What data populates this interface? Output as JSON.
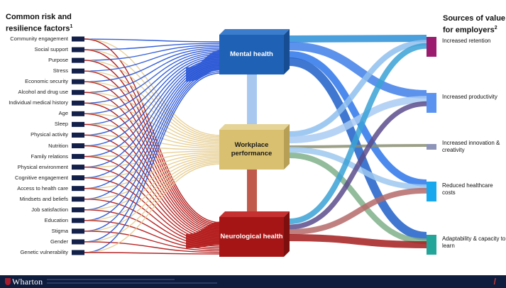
{
  "header_left": {
    "title": "Common risk and resilience factors",
    "sup": "1"
  },
  "header_right": {
    "title": "Sources of value for employers",
    "sup": "2"
  },
  "risk_factors": [
    "Community engagement",
    "Social support",
    "Purpose",
    "Stress",
    "Economic security",
    "Alcohol and drug use",
    "Individual medical history",
    "Age",
    "Sleep",
    "Physical activity",
    "Nutrition",
    "Family relations",
    "Physical environment",
    "Cognitive engagement",
    "Access to health care",
    "Mindsets and beliefs",
    "Job satisfaction",
    "Education",
    "Stigma",
    "Gender",
    "Genetic vulnerability"
  ],
  "center_nodes": [
    {
      "id": "mental",
      "label": "Mental health",
      "color": "#1f62b5"
    },
    {
      "id": "workplace",
      "label": "Workplace performance",
      "color": "#d9c071"
    },
    {
      "id": "neuro",
      "label": "Neurological health",
      "color": "#a51515"
    }
  ],
  "outcomes": [
    {
      "label": "Increased retention",
      "color": "#9b1c6e"
    },
    {
      "label": "Increased productivity",
      "color": "#5b94f0"
    },
    {
      "label": "Increased innovation & creativity",
      "color": "#8d94b8"
    },
    {
      "label": "Reduced healthcare costs",
      "color": "#18a8ee"
    },
    {
      "label": "Adaptability & capacity to learn",
      "color": "#24a59a"
    }
  ],
  "flow_colors": {
    "mental": "#2a57d6",
    "workplace": "#e7cf93",
    "neuro": "#b31a1a"
  },
  "footer": {
    "logo": "Wharton"
  }
}
